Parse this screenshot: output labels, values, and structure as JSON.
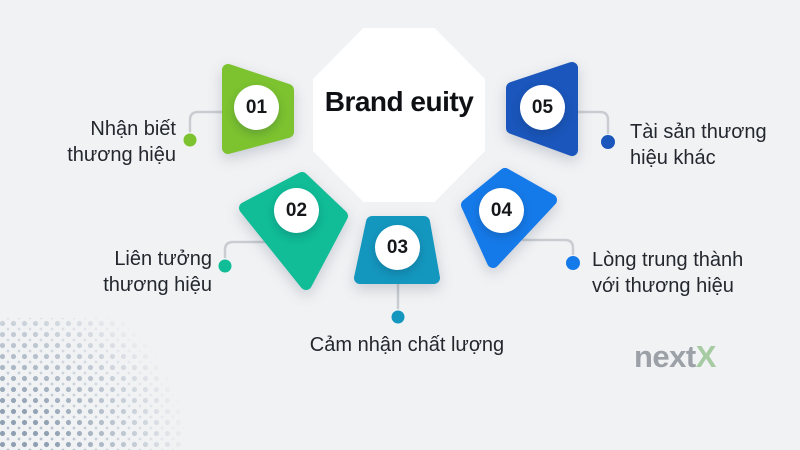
{
  "title": "Brand euity",
  "items": [
    {
      "number": "01",
      "label": "Nhận biết thương hiệu",
      "line1": "Nhận biết",
      "line2": "thương hiệu",
      "color": "#7CC32F"
    },
    {
      "number": "02",
      "label": "Liên tưởng thương hiệu",
      "line1": "Liên tưởng",
      "line2": "thương hiệu",
      "color": "#10BD97"
    },
    {
      "number": "03",
      "label": "Cảm nhận chất lượng",
      "line1": "Cảm nhận chất lượng",
      "line2": "",
      "color": "#1497BF"
    },
    {
      "number": "04",
      "label": "Lòng trung thành với thương hiệu",
      "line1": "Lòng trung thành",
      "line2": "với thương hiệu",
      "color": "#157AE9"
    },
    {
      "number": "05",
      "label": "Tài sản thương hiệu khác",
      "line1": "Tài sản thương",
      "line2": "hiệu khác",
      "color": "#1A56BB"
    }
  ],
  "logo": {
    "gray": "next",
    "green": "X",
    "gray_color": "#9BA1A7",
    "green_color": "#A6CBA2"
  },
  "colors": {
    "background": "#F1F2F4",
    "connector": "#C9CDD2",
    "text": "#23272E",
    "center_fill": "#FFFFFF"
  }
}
